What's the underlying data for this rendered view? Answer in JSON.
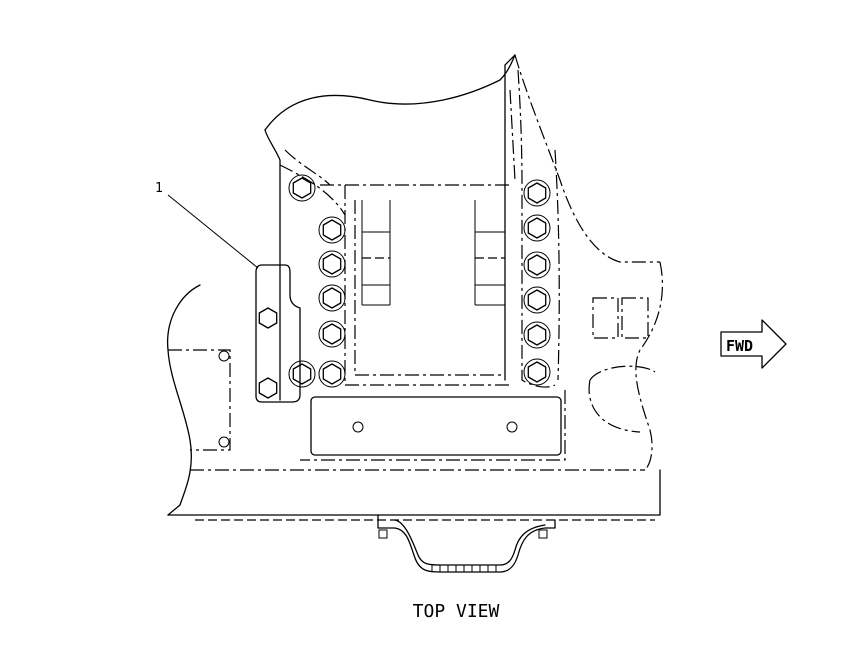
{
  "callout": {
    "number": "1"
  },
  "direction_arrow": {
    "label": "FWD"
  },
  "caption": "TOP VIEW"
}
